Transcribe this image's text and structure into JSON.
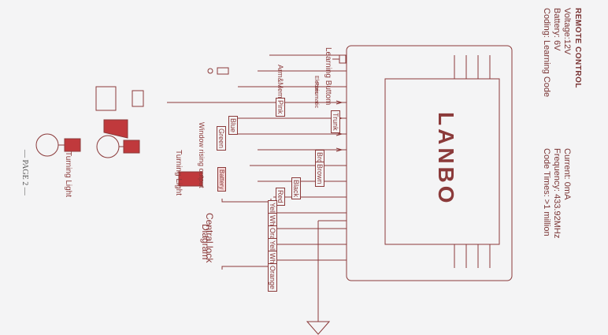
{
  "specs_left": {
    "title": "REMOTE CONTROL",
    "voltage": "Voltage:12V",
    "battery": "Battery: 6V",
    "coding": "Coding: Learning Code"
  },
  "specs_right": {
    "current": "Current: 0mA",
    "frequency": "Frequency: 433.92MHz",
    "code_times": "Code Times: >1 million"
  },
  "unit": {
    "brand": "LANBO"
  },
  "labels": {
    "learning_button": "Learning Buttom",
    "arm_memory": "Arm&Memory",
    "electric_pneumatic_1": "Electric",
    "electric_pneumatic_2": "Pneumatic",
    "window_rising": "Window rising output",
    "turning_light_1": "Turning Light",
    "turning_light_2": "Turning Light",
    "central_lock_1": "Central lock",
    "central_lock_2": "Diagram",
    "battery": "Battery",
    "page": "— PAGE 2 —"
  },
  "wires": {
    "pink": "Pink",
    "trunk": "Trunk",
    "blue": "Blue",
    "green": "Green",
    "brown1": "Brown",
    "brown2": "Brown",
    "black": "Black",
    "red": "Red",
    "yellow_black": "Yellow/Black",
    "white_black": "White/Black",
    "orange_black": "Orange/Black",
    "yellow": "Yellow",
    "white": "White",
    "orange": "Orange"
  }
}
